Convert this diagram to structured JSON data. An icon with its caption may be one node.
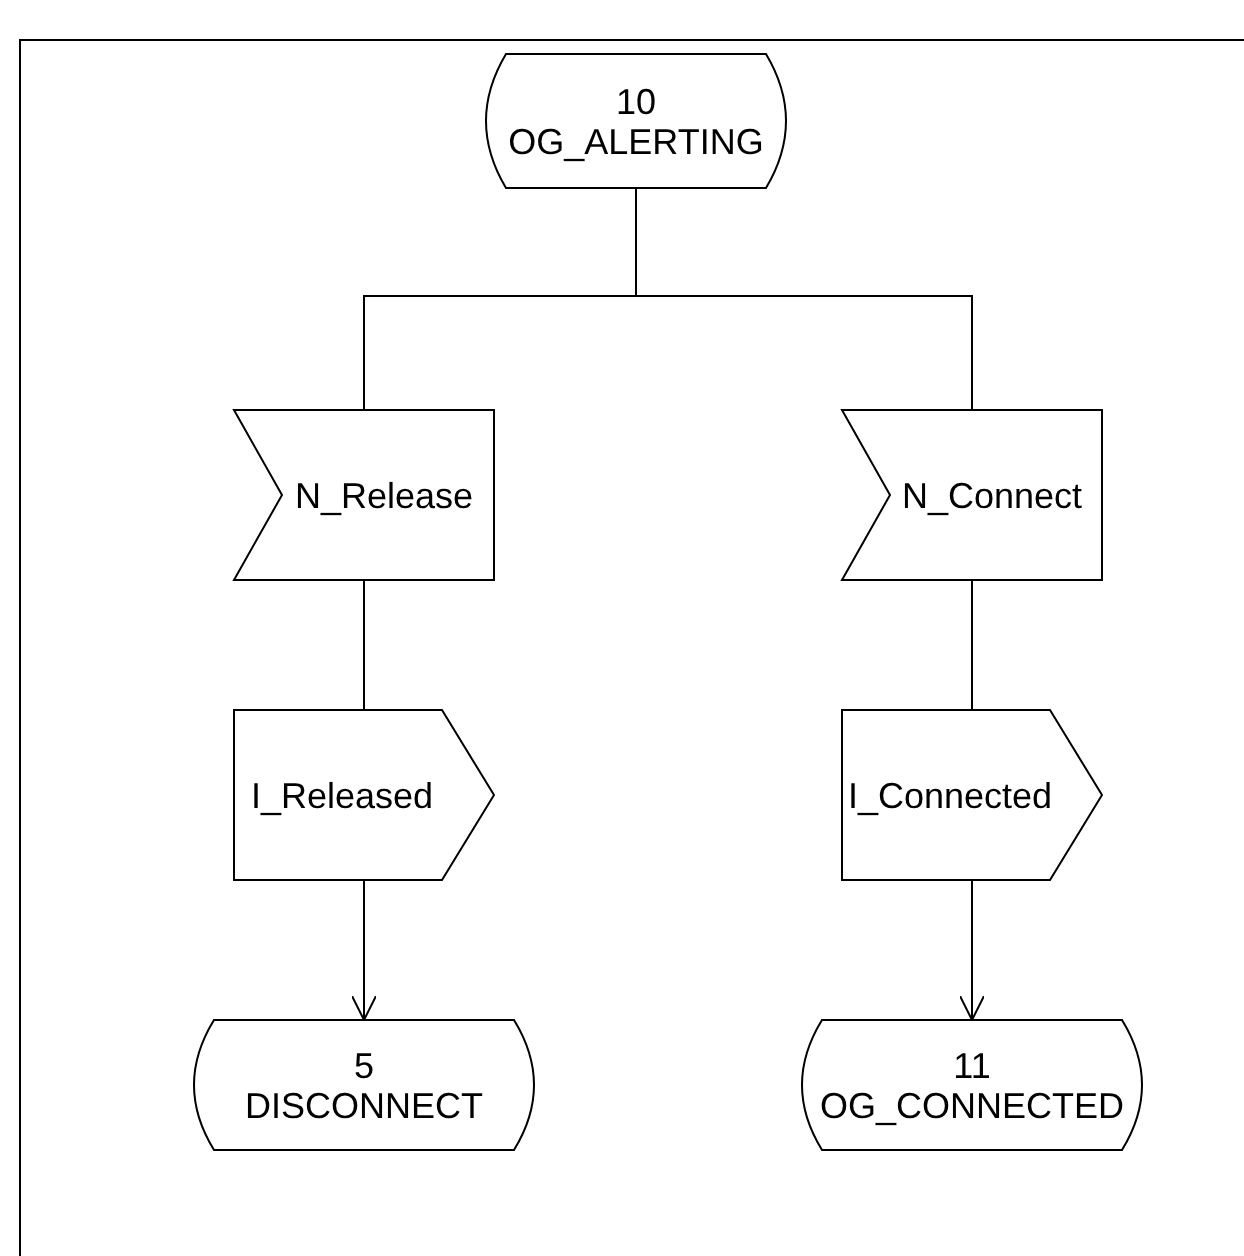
{
  "diagram": {
    "nodes": [
      {
        "text": [
          "10",
          "OG_ALERTING"
        ]
      },
      {
        "text": [
          "N_Release"
        ]
      },
      {
        "text": [
          "N_Connect"
        ]
      },
      {
        "text": [
          "I_Released"
        ]
      },
      {
        "text": [
          "I_Connected"
        ]
      },
      {
        "text": [
          "5",
          "DISCONNECT"
        ]
      },
      {
        "text": [
          "11",
          "OG_CONNECTED"
        ]
      }
    ],
    "edges": [
      {
        "from": 0,
        "to": 1,
        "arrow": "none"
      },
      {
        "from": 0,
        "to": 2,
        "arrow": "none"
      },
      {
        "from": 1,
        "to": 3,
        "arrow": "none"
      },
      {
        "from": 2,
        "to": 4,
        "arrow": "none"
      },
      {
        "from": 3,
        "to": 5,
        "arrow": "to"
      },
      {
        "from": 4,
        "to": 6,
        "arrow": "to"
      }
    ]
  }
}
